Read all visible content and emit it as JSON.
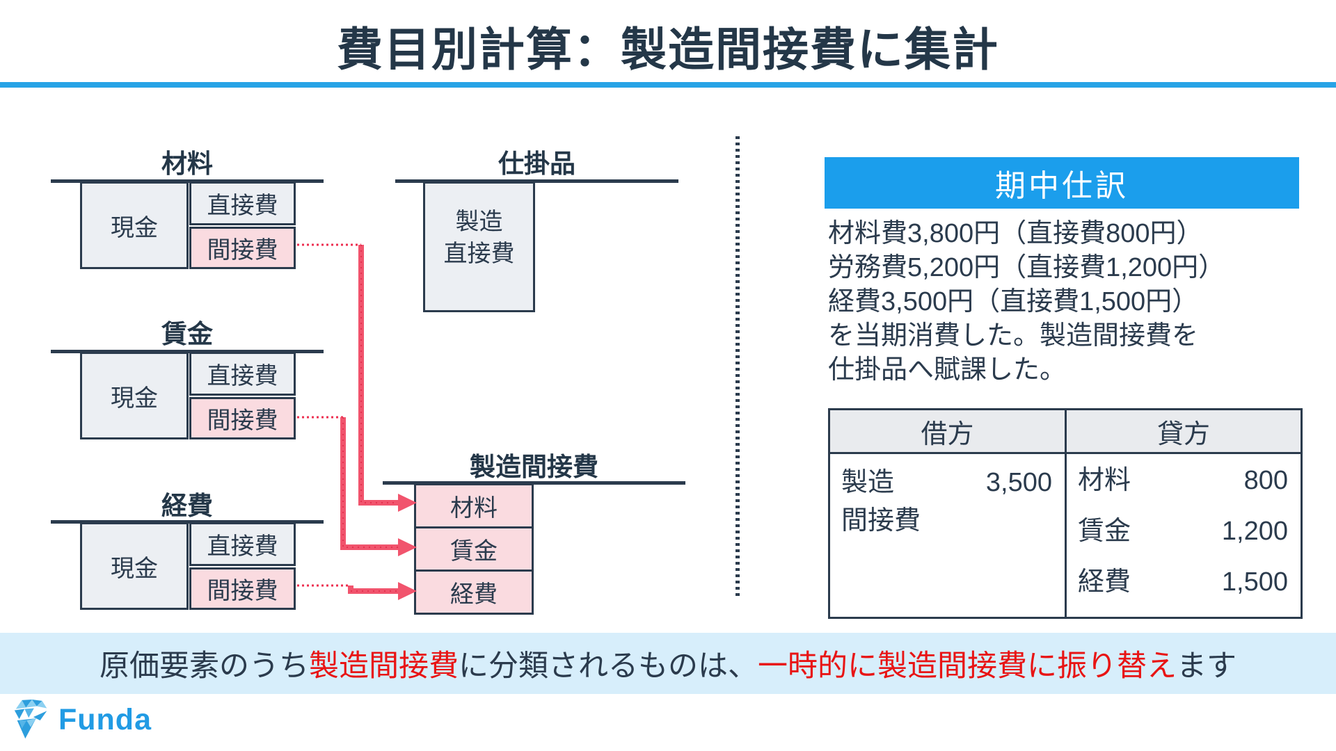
{
  "slide": {
    "title": "費目別計算：製造間接費に集計"
  },
  "t_accounts": [
    {
      "title": "材料",
      "cash": "現金",
      "direct": "直接費",
      "indirect": "間接費"
    },
    {
      "title": "賃金",
      "cash": "現金",
      "direct": "直接費",
      "indirect": "間接費"
    },
    {
      "title": "経費",
      "cash": "現金",
      "direct": "直接費",
      "indirect": "間接費"
    }
  ],
  "wip": {
    "title": "仕掛品",
    "content_line1": "製造",
    "content_line2": "直接費"
  },
  "overhead": {
    "title": "製造間接費",
    "items": [
      "材料",
      "賃金",
      "経費"
    ]
  },
  "journal": {
    "header": "期中仕訳",
    "problem_lines": [
      "材料費3,800円（直接費800円）",
      "労務費5,200円（直接費1,200円）",
      "経費3,500円（直接費1,500円）",
      "を当期消費した。製造間接費を",
      "仕掛品へ賦課した。"
    ],
    "table": {
      "debit_header": "借方",
      "credit_header": "貸方",
      "debit_name_line1": "製造",
      "debit_name_line2": "間接費",
      "debit_amount": "3,500",
      "credit_rows": [
        {
          "name": "材料",
          "amount": "800"
        },
        {
          "name": "賃金",
          "amount": "1,200"
        },
        {
          "name": "経費",
          "amount": "1,500"
        }
      ]
    }
  },
  "banner": {
    "segments": [
      {
        "text": "原価要素のうち",
        "emphasis": false
      },
      {
        "text": "製造間接費",
        "emphasis": true
      },
      {
        "text": "に分類されるものは、",
        "emphasis": false
      },
      {
        "text": "一時的に製造間接費に振り替え",
        "emphasis": true
      },
      {
        "text": "ます",
        "emphasis": false
      }
    ]
  },
  "logo": {
    "wordmark": "Funda"
  },
  "colors": {
    "accent_blue": "#1B9EEC",
    "underline_blue": "#27A3E6",
    "banner_bg": "#D7EEFB",
    "emphasis_red": "#E81414",
    "arrow_red": "#F1546D",
    "ink": "#2B3B4D",
    "pink_fill": "#FADBE0",
    "gray_fill": "#ECEFF3"
  }
}
